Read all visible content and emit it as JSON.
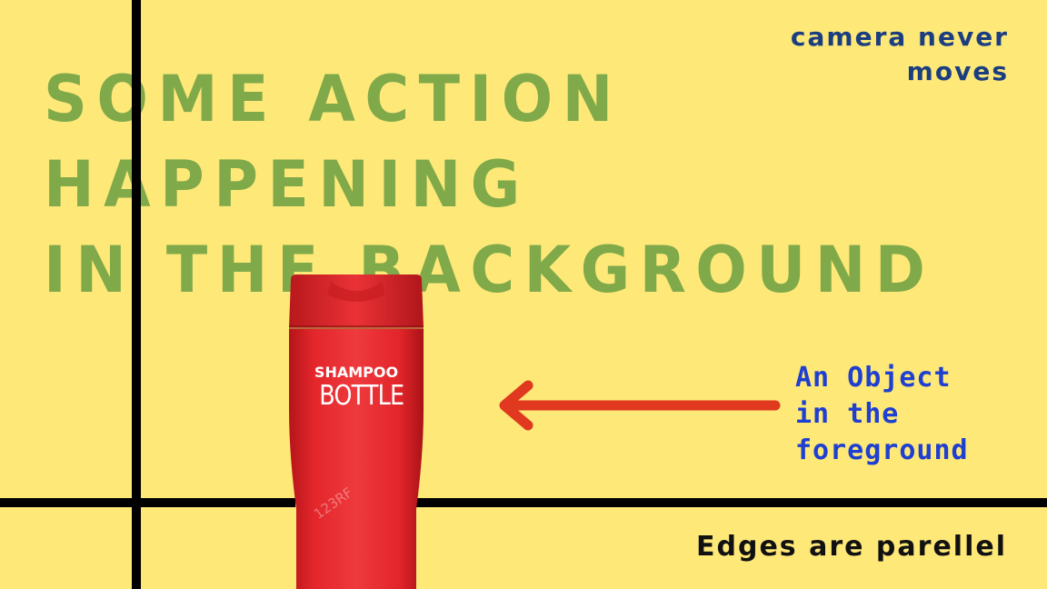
{
  "background_text": {
    "lines": [
      "SOME ACTION",
      "HAPPENING",
      "IN THE BACKGROUND"
    ]
  },
  "camera_note": {
    "lines": [
      "camera never",
      "moves"
    ]
  },
  "object_note": {
    "lines": [
      "An Object",
      "in the",
      "foreground"
    ]
  },
  "edges_note": {
    "text": "Edges are parellel"
  },
  "bottle": {
    "label_top": "SHAMPOO",
    "label_main": "BOTTLE",
    "watermark": "123RF"
  },
  "colors": {
    "background": "#fde878",
    "background_text": "#80a94a",
    "camera_note": "#1b3e80",
    "object_note": "#1f3fd0",
    "arrow": "#e0391f",
    "bottle": "#e4272c",
    "lines": "#000000"
  },
  "icons": {
    "arrow": "left-arrow-icon"
  }
}
